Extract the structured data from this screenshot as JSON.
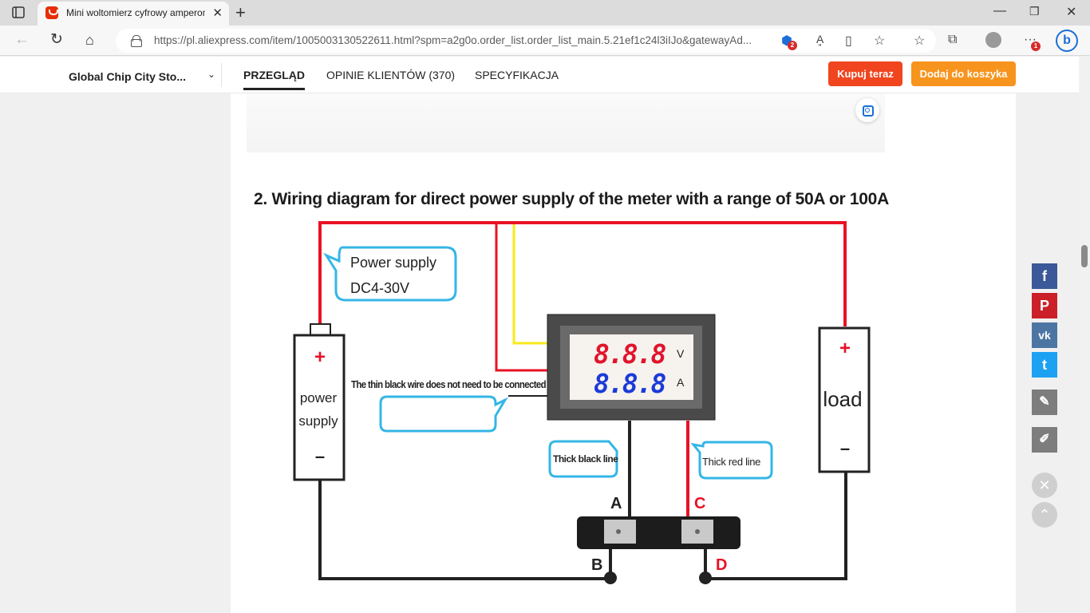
{
  "browser": {
    "tab_title": "Mini woltomierz cyfrowy amperomierz",
    "url_host": "https://pl.aliexpress.com",
    "url_path": "/item/1005003130522611.html?spm=a2g0o.order_list.order_list_main.5.21ef1c24l3iIJo&gatewayAd...",
    "notification_count_1": "2",
    "notification_count_2": "1"
  },
  "store_nav": {
    "store_name": "Global Chip City Sto...",
    "tabs": [
      "PRZEGLĄD",
      "OPINIE KLIENTÓW (370)",
      "SPECYFIKACJA"
    ],
    "buy_now": "Kupuj teraz",
    "add_to_cart": "Dodaj do koszyka"
  },
  "colors": {
    "buy_now": "#f0451e",
    "add_to_cart": "#f7941d",
    "wire_red": "#e81224",
    "wire_black": "#222222",
    "wire_yellow": "#f7ea1a",
    "callout_border": "#35b6e6",
    "display_red": "#e0142b",
    "display_blue": "#1a3ad8",
    "facebook": "#3b5998",
    "pinterest": "#cb2027",
    "vk": "#4c75a3",
    "twitter": "#1da1f2",
    "gray_icon": "#7d7d7d"
  },
  "diagram": {
    "title": "2. Wiring diagram for direct power supply of the meter with a range of 50A or 100A",
    "callout_supply_line1": "Power supply",
    "callout_supply_line2": "DC4-30V",
    "thin_wire_note": "The thin black wire does not need to be connected",
    "supply_plus": "+",
    "supply_label_line1": "power",
    "supply_label_line2": "supply",
    "supply_minus": "–",
    "load_plus": "+",
    "load_label": "load",
    "load_minus": "–",
    "display_top": "8.8.8",
    "display_top_unit": "V",
    "display_bottom": "8.8.8",
    "display_bottom_unit": "A",
    "thick_black_line": "Thick black line",
    "thick_red_line": "Thick red line",
    "terminal_a": "A",
    "terminal_b": "B",
    "terminal_c": "C",
    "terminal_d": "D"
  },
  "share_icons": [
    "facebook-icon",
    "pinterest-icon",
    "vk-icon",
    "twitter-icon",
    "edit-icon",
    "pencil-icon",
    "close-icon",
    "scroll-top-icon"
  ]
}
